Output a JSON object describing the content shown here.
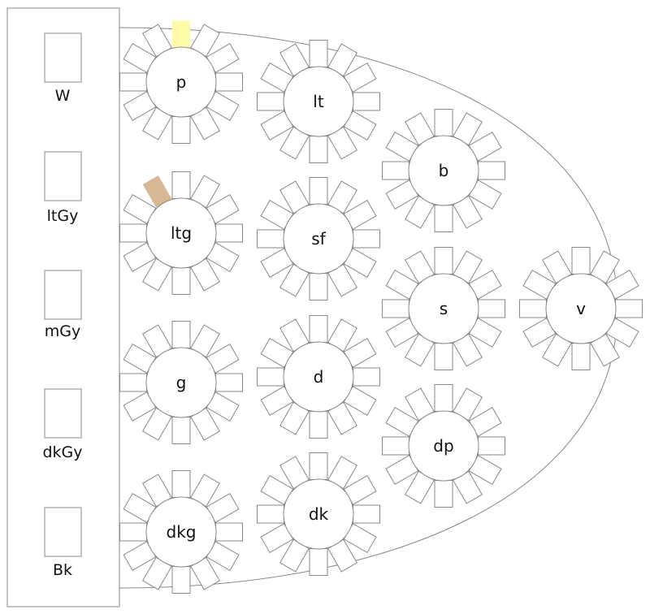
{
  "colors": {
    "stroke": "#888888",
    "background": "#ffffff",
    "label": "#111111",
    "highlight_yellow": "#fdfba8",
    "highlight_tan": "#d6b894"
  },
  "palette": {
    "swatches": [
      {
        "label": "W"
      },
      {
        "label": "ltGy"
      },
      {
        "label": "mGy"
      },
      {
        "label": "dkGy"
      },
      {
        "label": "Bk"
      }
    ]
  },
  "tables": [
    {
      "id": "p",
      "label": "p",
      "seats": 12
    },
    {
      "id": "ltg",
      "label": "ltg",
      "seats": 12
    },
    {
      "id": "g",
      "label": "g",
      "seats": 12
    },
    {
      "id": "dkg",
      "label": "dkg",
      "seats": 12
    },
    {
      "id": "lt",
      "label": "lt",
      "seats": 12
    },
    {
      "id": "sf",
      "label": "sf",
      "seats": 12
    },
    {
      "id": "d",
      "label": "d",
      "seats": 12
    },
    {
      "id": "dk",
      "label": "dk",
      "seats": 12
    },
    {
      "id": "b",
      "label": "b",
      "seats": 12
    },
    {
      "id": "s",
      "label": "s",
      "seats": 12
    },
    {
      "id": "dp",
      "label": "dp",
      "seats": 12
    },
    {
      "id": "v",
      "label": "v",
      "seats": 12
    }
  ],
  "highlighted_seats": [
    {
      "table": "p",
      "seat": 0,
      "color": "#fdfba8"
    },
    {
      "table": "ltg",
      "seat": 11,
      "color": "#d6b894"
    }
  ]
}
